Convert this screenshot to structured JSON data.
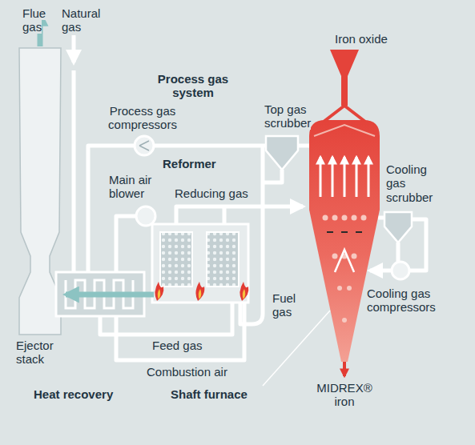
{
  "diagram": {
    "labels": [
      "Flue gas",
      "Natural gas",
      "Iron oxide",
      "Process gas system",
      "Process gas compressors",
      "Top gas scrubber",
      "Reformer",
      "Main air blower",
      "Reducing gas",
      "Cooling gas scrubber",
      "Fuel gas",
      "Cooling gas compressors",
      "Feed gas",
      "Ejector stack",
      "Combustion air",
      "Heat recovery",
      "Shaft furnace",
      "MIDREX® iron"
    ]
  }
}
